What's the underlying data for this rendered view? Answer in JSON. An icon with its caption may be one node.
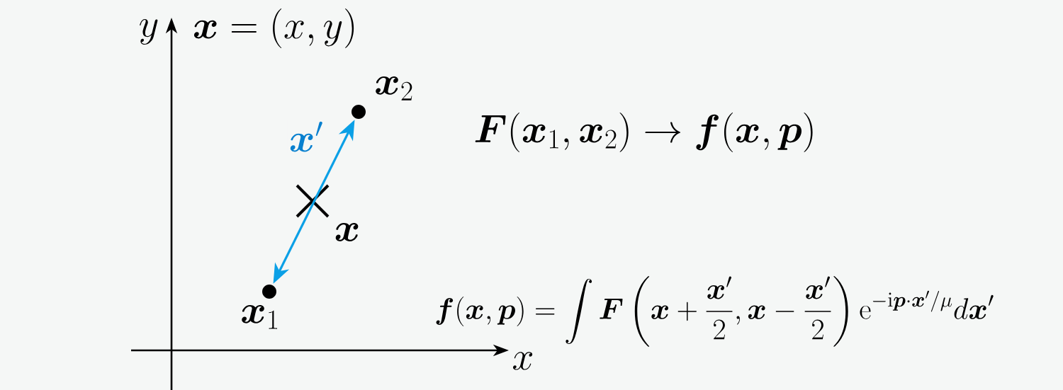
{
  "diagram": {
    "nodes": [
      {
        "text": [],
        "shape": "circle",
        "beside": [
          "\\boldsymbol{x}_2"
        ]
      },
      {
        "text": [],
        "shape": "circle",
        "beside": [
          "\\boldsymbol{x}_1"
        ]
      }
    ],
    "edges": [
      {
        "from": 1,
        "to": 0,
        "arrow": "both",
        "label": "\\boldsymbol{x}'",
        "color": "#0ba0e6"
      }
    ],
    "labels": [
      "y",
      "\\boldsymbol{x}=(x,y)",
      "\\boldsymbol{F}(\\boldsymbol{x}_1,\\boldsymbol{x}_2)\\to\\boldsymbol{f}(\\boldsymbol{x},\\boldsymbol{p})",
      "\\boldsymbol{x}",
      "\\boldsymbol{f}(\\boldsymbol{x},\\boldsymbol{p})=\\int\\boldsymbol{F}\\left(\\boldsymbol{x}+\\frac{\\boldsymbol{x}'}{2},\\boldsymbol{x}-\\frac{\\boldsymbol{x}'}{2}\\right)\\mathrm{e}^{-\\mathrm{i}\\boldsymbol{p}\\cdot\\boldsymbol{x}'/\\mu}d\\boldsymbol{x}'",
      "x"
    ]
  }
}
